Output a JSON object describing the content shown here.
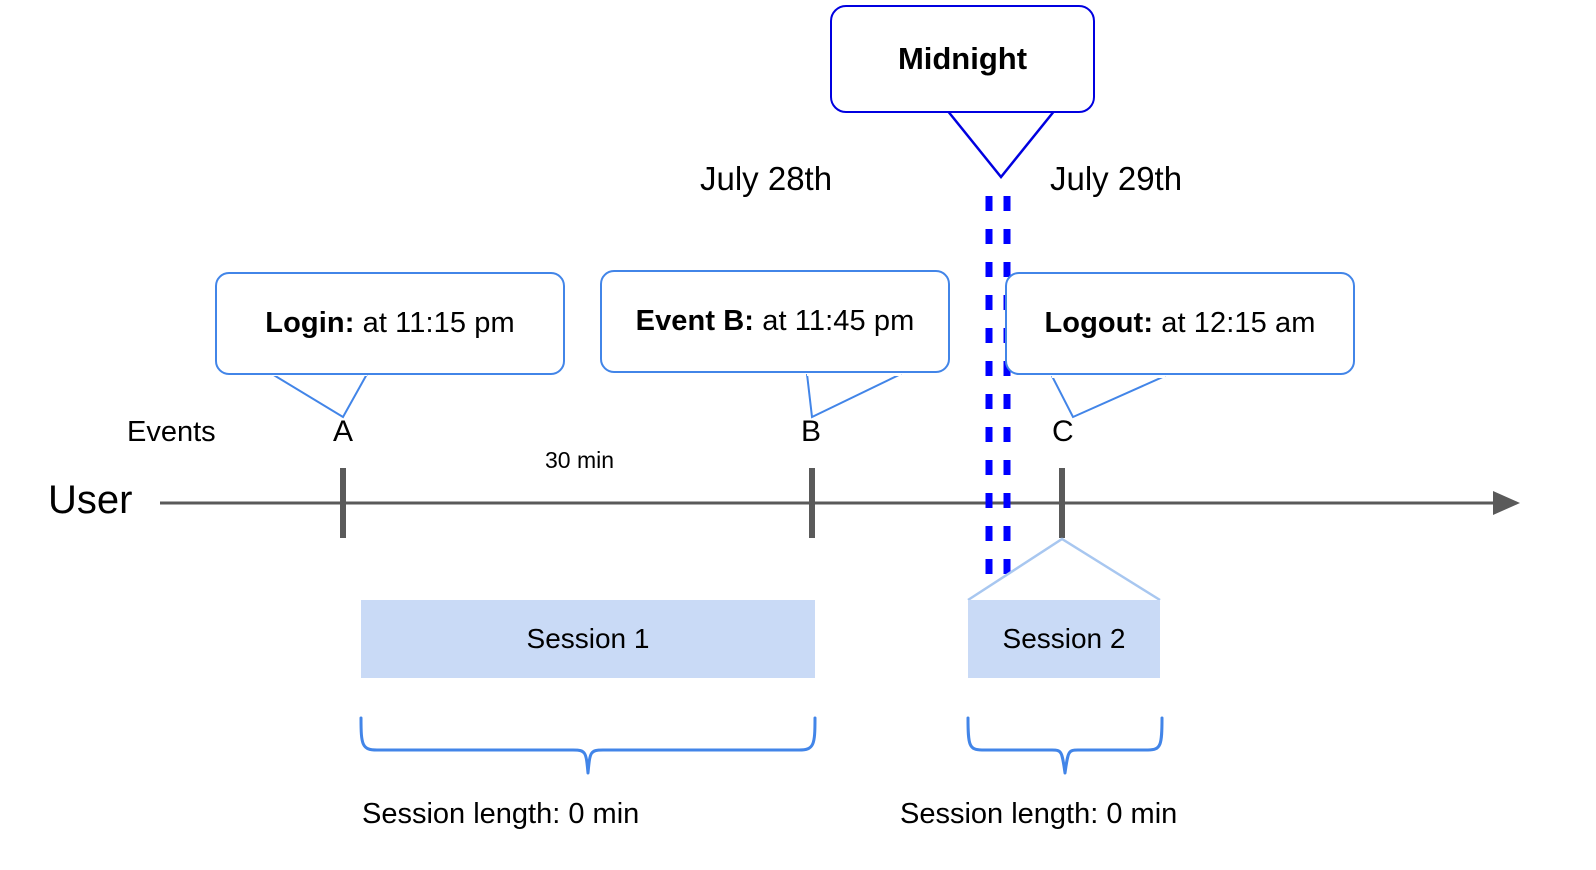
{
  "diagram": {
    "title_callout": {
      "label": "Midnight"
    },
    "axis": {
      "row_label": "User",
      "events_label": "Events"
    },
    "dates": [
      {
        "label": "July 28th"
      },
      {
        "label": "July 29th"
      }
    ],
    "events": [
      {
        "marker": "A",
        "callout_bold": "Login:",
        "callout_rest": " at 11:15 pm"
      },
      {
        "marker": "B",
        "callout_bold": "Event B:",
        "callout_rest": " at 11:45 pm"
      },
      {
        "marker": "C",
        "callout_bold": "Logout:",
        "callout_rest": " at 12:15 am"
      }
    ],
    "gap_label": "30 min",
    "sessions": [
      {
        "label": "Session 1",
        "length_label": "Session length: 0 min"
      },
      {
        "label": "Session 2",
        "length_label": "Session length: 0 min"
      }
    ],
    "colors": {
      "midnight_blue": "#0000E0",
      "dashed_blue": "#0000FF",
      "callout_blue": "#4285E8",
      "session_fill": "#C9DAF6",
      "axis_gray": "#5A5A5A",
      "brace_blue": "#4285E8",
      "peak_blue": "#A8C7F0"
    }
  }
}
